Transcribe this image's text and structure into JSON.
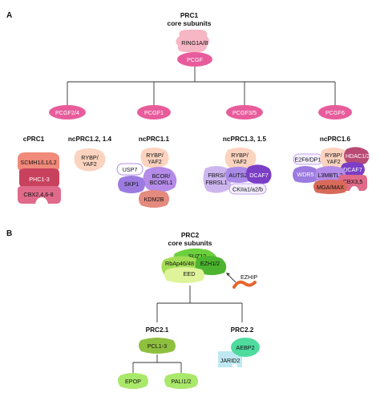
{
  "panel_a": {
    "letter": "A",
    "title_line1": "PRC1",
    "title_line2": "core subunits",
    "core": {
      "ring": "RING1A/B",
      "pcgf": "PCGF"
    },
    "branches": {
      "b1": {
        "pcgf": "PCGF2/4",
        "group_left": "cPRC1",
        "group_right": "ncPRC1.2, 1.4"
      },
      "b2": {
        "pcgf": "PCGF1",
        "group": "ncPRC1.1"
      },
      "b3": {
        "pcgf": "PCGF3/5",
        "group": "ncPRC1.3, 1.5"
      },
      "b4": {
        "pcgf": "PCGF6",
        "group": "ncPRC1.6"
      }
    },
    "cprc1": {
      "scmh": "SCMH1/L1/L2",
      "phc": "PHC1-3",
      "cbx": "CBX2,4,6-8"
    },
    "ncprc12": {
      "rybp_1": "RYBP/",
      "rybp_2": "YAF2"
    },
    "ncprc11": {
      "rybp_1": "RYBP/",
      "rybp_2": "YAF2",
      "usp7": "USP7",
      "bcor_1": "BCOR/",
      "bcor_2": "BCORL1",
      "skp1": "SKP1",
      "kdm2b": "KDM2B"
    },
    "ncprc13": {
      "rybp_1": "RYBP/",
      "rybp_2": "YAF2",
      "fbrs_1": "FBRS/",
      "fbrs_2": "FBRSL1",
      "auts2": "AUTS2",
      "dcaf7": "DCAF7",
      "ck2": "CKIIa1/a2/b"
    },
    "ncprc16": {
      "e2f6": "E2F6/DP1",
      "rybp_1": "RYBP/",
      "rybp_2": "YAF2",
      "hdac": "HDAC1/2",
      "wdr5": "WDR5",
      "dcaf7": "DCAF7",
      "l3mbtl2": "L3MBTL2",
      "cbx35": "CBX3,5",
      "mga": "MGA/MAX"
    }
  },
  "panel_b": {
    "letter": "B",
    "title_line1": "PRC2",
    "title_line2": "core subunits",
    "core": {
      "suz12": "SUZ12",
      "rbap": "RbAp46/48",
      "ezh": "EZH1/2",
      "eed": "EED"
    },
    "ezhip": "EZHIP",
    "prc21": {
      "name": "PRC2.1",
      "pcl": "PCL1-3",
      "epop": "EPOP",
      "pali": "PALI1/2"
    },
    "prc22": {
      "name": "PRC2.2",
      "aebp2": "AEBP2",
      "jarid2": "JARID2"
    }
  },
  "colors": {
    "pcgf": "#e85c9c",
    "ring": "#f7b6c4",
    "rybp": "#fbd3bf",
    "usp7": "#ffffff",
    "bcor": "#b48be8",
    "skp1": "#9c7be0",
    "kdm2b": "#e58a7e",
    "fbrs": "#cdb6ee",
    "auts2": "#a98ae6",
    "dcaf7": "#7b3ec7",
    "ck2": "#f3ecff",
    "scmh": "#f08a7a",
    "phc": "#c8425e",
    "cbx": "#e06a8a",
    "mga": "#d86a5a",
    "hdac": "#b84a74",
    "prc2_light": "#a3dd55",
    "prc2_mid": "#6ccf3e",
    "prc2_dark": "#4db42f",
    "ezhip": "#e5662f",
    "pcl": "#8fbf3f",
    "pali": "#a9e86a",
    "aebp2": "#4ddb9e",
    "jarid2": "#bfe9f2"
  }
}
